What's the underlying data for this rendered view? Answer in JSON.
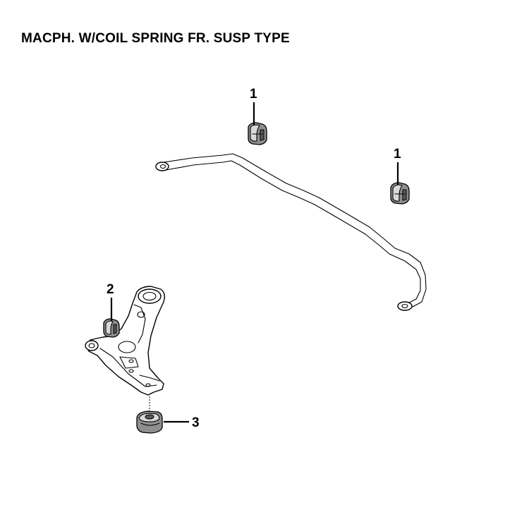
{
  "title": "MACPH. W/COIL SPRING FR. SUSP TYPE",
  "callouts": [
    {
      "label": "1"
    },
    {
      "label": "1"
    },
    {
      "label": "2"
    },
    {
      "label": "3"
    }
  ],
  "parts": [
    "stabilizer-bar",
    "stabilizer-bushing-1",
    "stabilizer-bushing-2",
    "lower-control-arm",
    "front-arm-bushing",
    "rear-arm-bushing"
  ]
}
